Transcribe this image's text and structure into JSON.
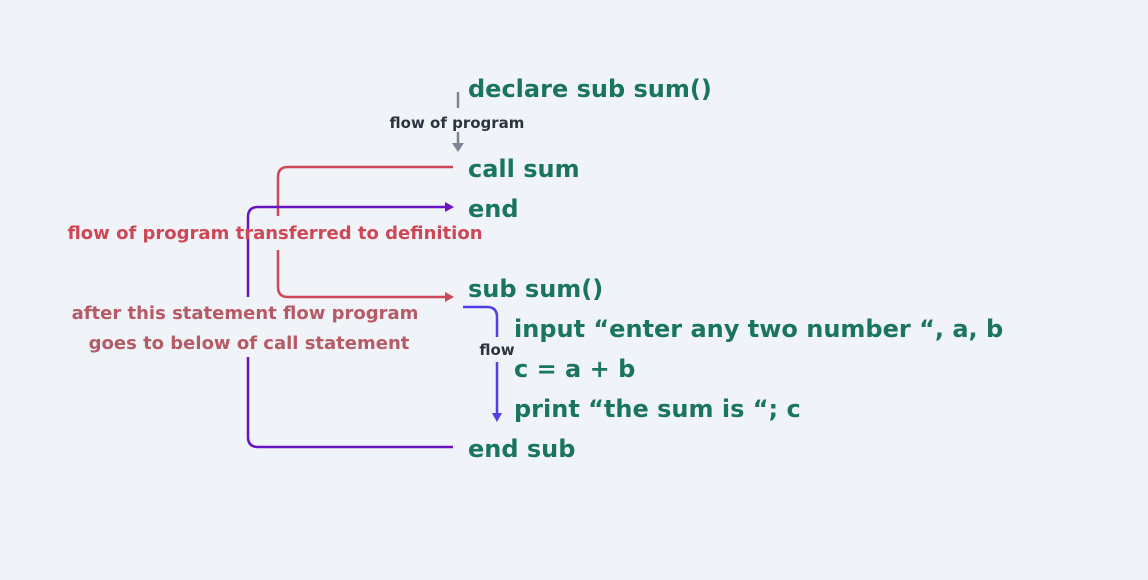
{
  "code": {
    "declare": "declare sub sum()",
    "call": "call sum",
    "end": "end",
    "sub_header": "sub sum()",
    "input_line": "input “enter any two number “, a, b",
    "assign_line": "c = a + b",
    "print_line": "print “the sum is “; c",
    "end_sub": "end sub"
  },
  "annotations": {
    "flow_of_program": "flow of program",
    "transferred": "flow of program transferred to definition",
    "after_line1": "after this statement flow program",
    "after_line2": "goes to below of call statement",
    "flow": "flow"
  },
  "colors": {
    "code_text": "#1a7560",
    "red_arrow": "#cd4757",
    "purple_arrow": "#6a12c4",
    "blue_arrow": "#4f3fe6",
    "gray_arrow": "#7b8595"
  }
}
